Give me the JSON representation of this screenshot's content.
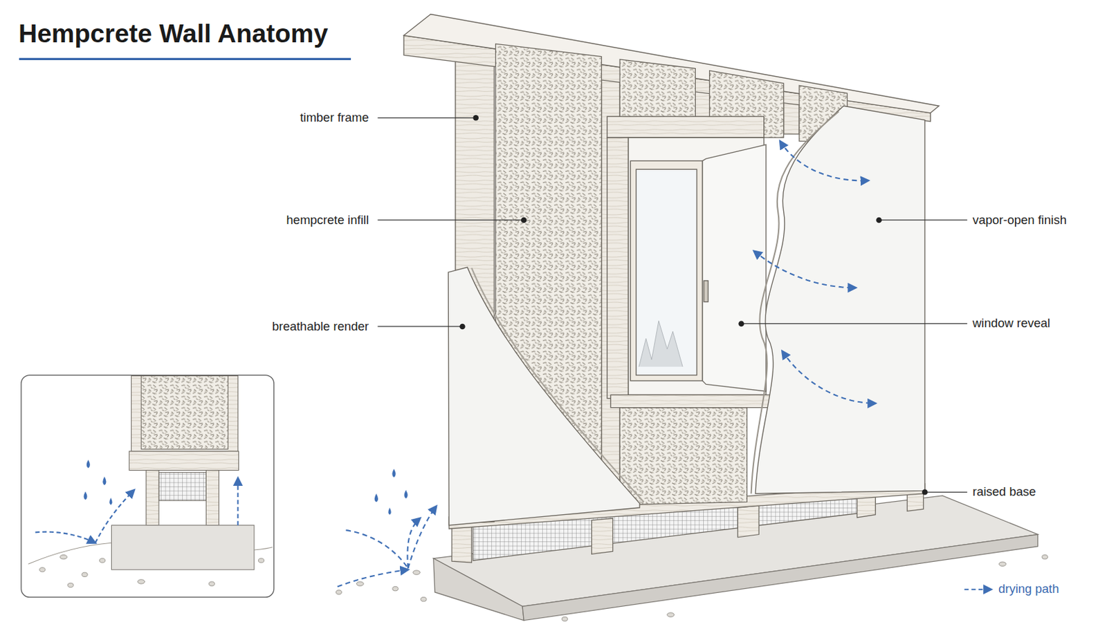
{
  "diagram": {
    "title": "Hempcrete Wall Anatomy",
    "labels": [
      "timber frame",
      "hempcrete infill",
      "breathable render",
      "vapor-open finish",
      "window reveal",
      "raised base"
    ],
    "legend": [
      {
        "text": "drying path"
      }
    ]
  }
}
